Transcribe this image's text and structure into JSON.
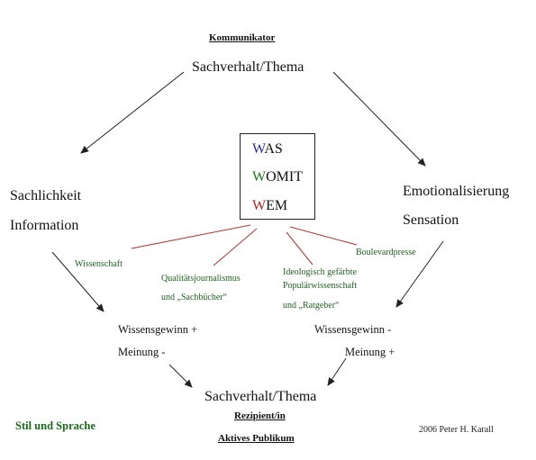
{
  "colors": {
    "line": "#222222",
    "red_line": "#a83232",
    "green_text": "#1f5f1f",
    "w_blue": "#2a2aa0",
    "w_green": "#1b7a1b",
    "w_red": "#b02222",
    "footer_green": "#1b6b1b"
  },
  "top": {
    "heading": "Kommunikator",
    "subject": "Sachverhalt/Thema"
  },
  "box": {
    "rows": [
      {
        "first": "W",
        "rest": "AS",
        "color_key": "w_blue"
      },
      {
        "first": "W",
        "rest": "OMIT",
        "color_key": "w_green"
      },
      {
        "first": "W",
        "rest": "EM",
        "color_key": "w_red"
      }
    ]
  },
  "left": {
    "line1": "Sachlichkeit",
    "line2": "Information"
  },
  "right": {
    "line1": "Emotionalisierung",
    "line2": "Sensation"
  },
  "media": {
    "wissenschaft": "Wissenschaft",
    "quality_line1": "Qualitätsjournalismus",
    "quality_line2": "und „Sachbücher“",
    "ideology_line1": "Ideologisch gefärbte",
    "ideology_line2": "Populärwissenschaft",
    "ideology_line3": "und „Ratgeber“",
    "boulevard": "Boulevardpresse"
  },
  "effects": {
    "left_line1": "Wissensgewinn +",
    "left_line2": "Meinung -",
    "right_line1": "Wissensgewinn -",
    "right_line2": "Meinung +"
  },
  "bottom": {
    "subject": "Sachverhalt/Thema",
    "recipient": "Rezipient/in",
    "audience": "Aktives Publikum"
  },
  "footer": {
    "style": "Stil und Sprache",
    "credit": "2006 Peter H. Karall"
  }
}
